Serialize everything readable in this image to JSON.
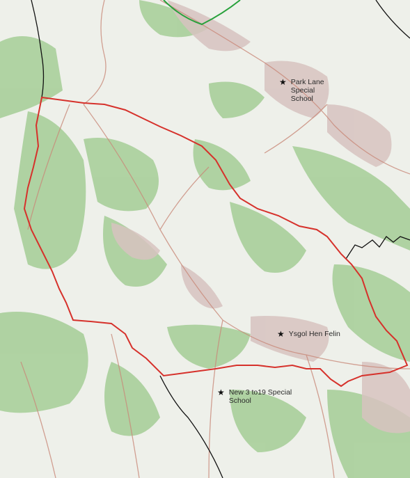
{
  "map": {
    "colors": {
      "background": "#eef0ea",
      "woodland": "#a9cf9b",
      "study_area_boundary": "#d6312b",
      "county_boundary": "#111111",
      "national_boundary": "#27a13b",
      "roads": "#c98a7a",
      "settlement": "#d7c3c0"
    },
    "schools": [
      {
        "label": "Park Lane\nSpecial\nSchool",
        "icon": "star-icon"
      },
      {
        "label": "Ysgol Hen Felin",
        "icon": "star-icon"
      },
      {
        "label": "New 3 to19 Special\nSchool",
        "icon": "star-icon"
      }
    ]
  }
}
